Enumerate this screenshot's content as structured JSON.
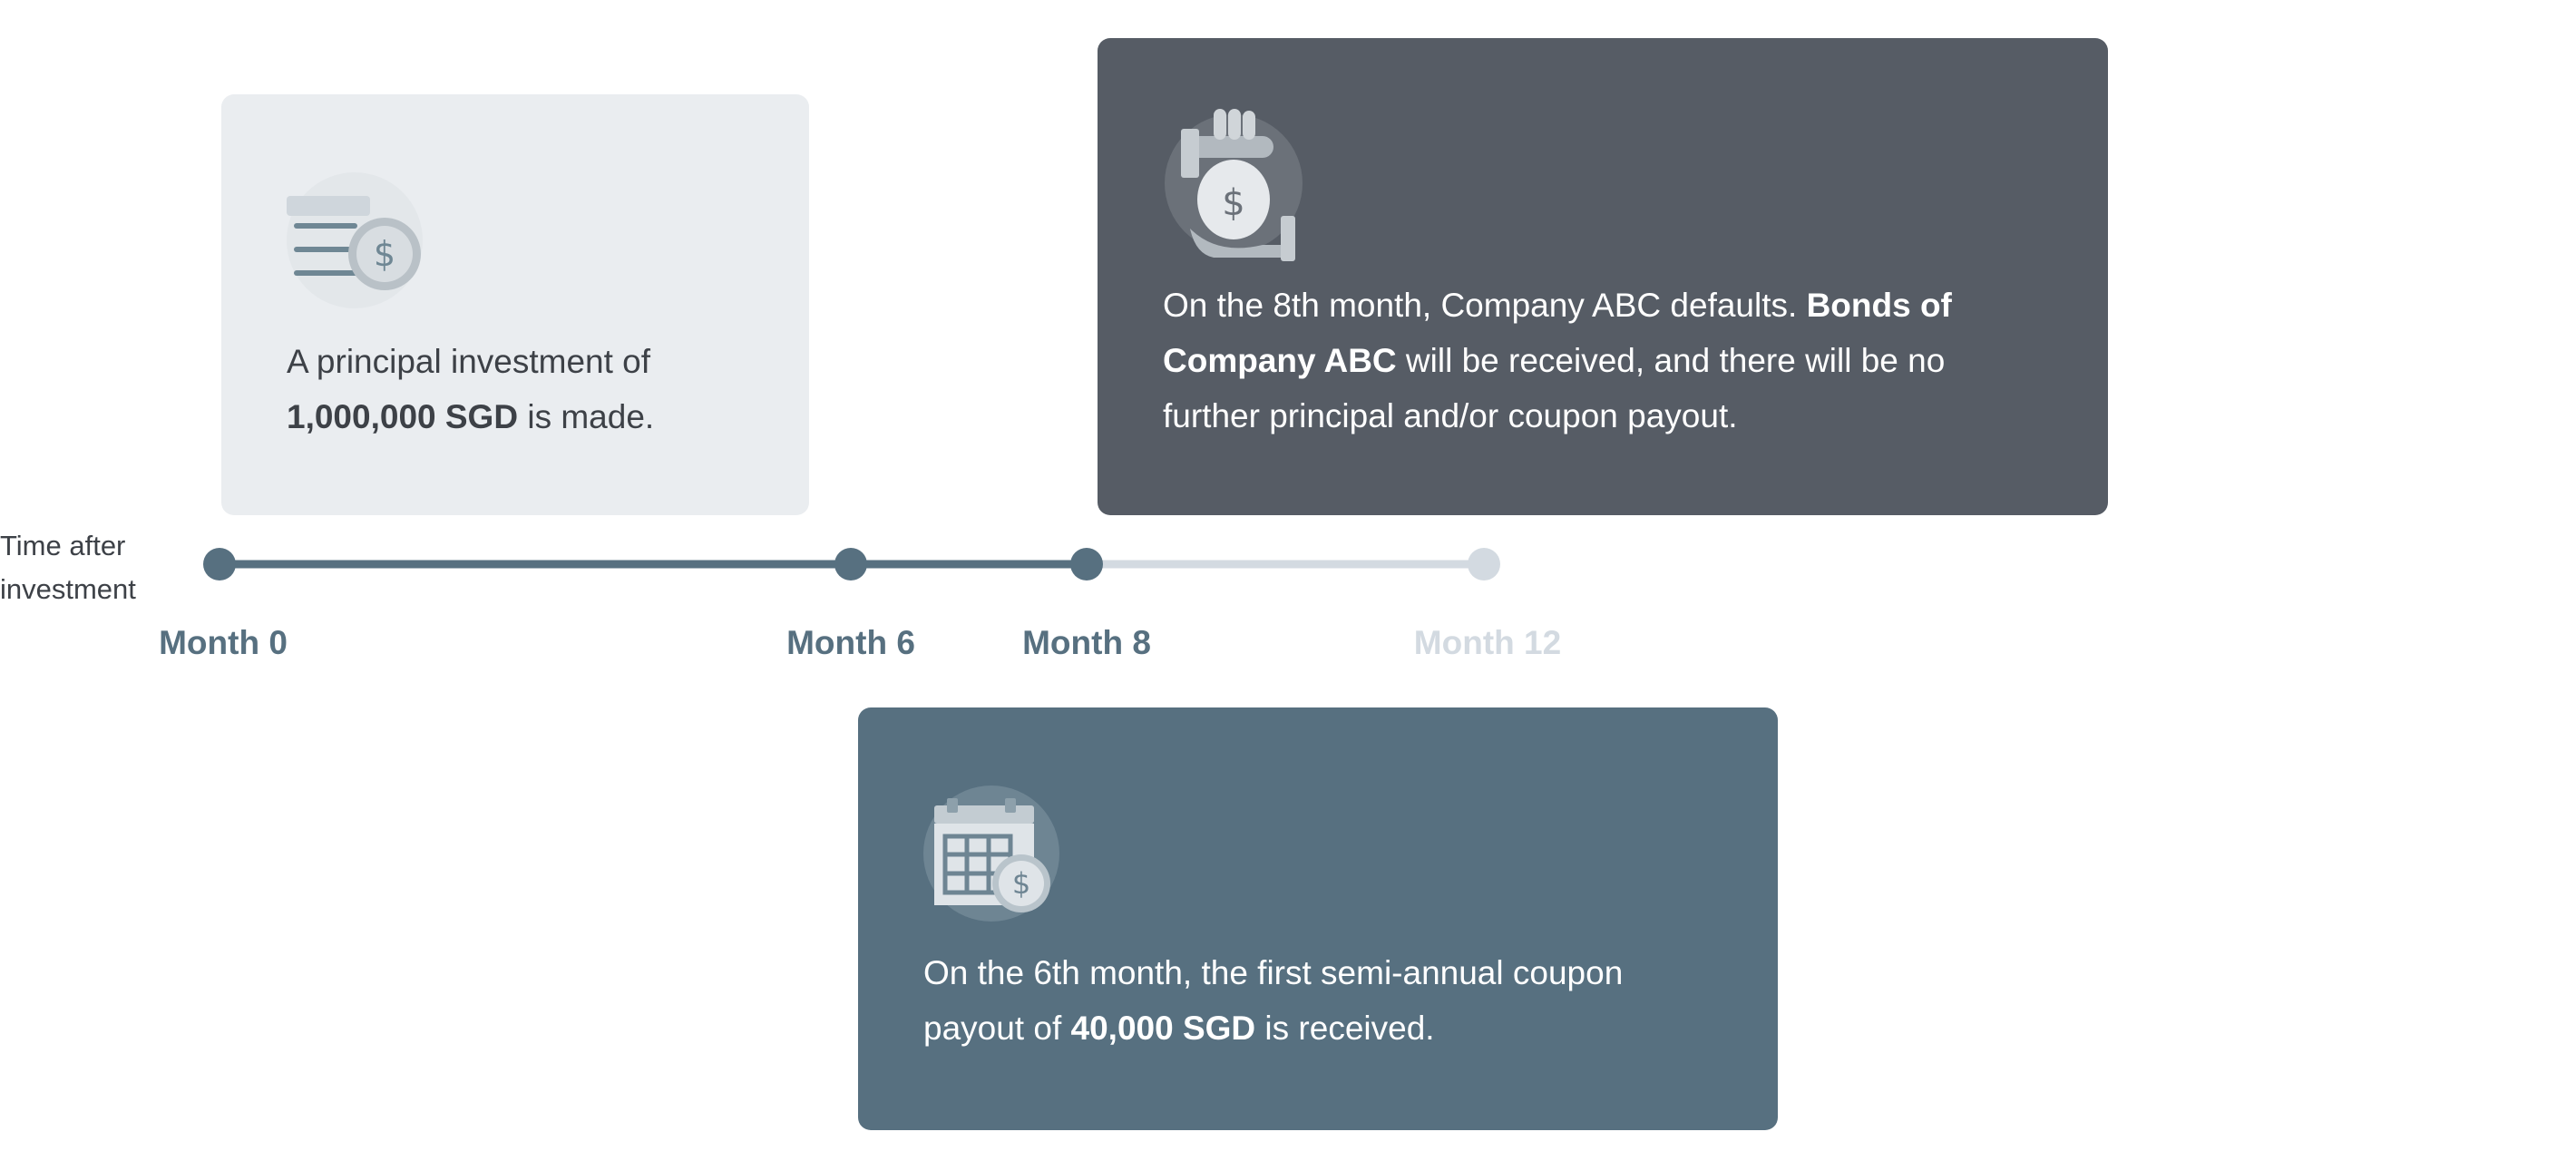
{
  "axis": {
    "title_line1": "Time after",
    "title_line2": "investment",
    "ticks": [
      {
        "label": "Month 0",
        "state": "past"
      },
      {
        "label": "Month 6",
        "state": "past"
      },
      {
        "label": "Month 8",
        "state": "past"
      },
      {
        "label": "Month 12",
        "state": "future"
      }
    ]
  },
  "cards": {
    "principal": {
      "icon": "coins-dollar-icon",
      "text_plain_1": "A principal investment of ",
      "text_bold_1": "1,000,000 SGD",
      "text_plain_2": " is made."
    },
    "default": {
      "icon": "hand-money-bag-icon",
      "text_plain_1": "On the 8th month, Company ABC defaults. ",
      "text_bold_1": "Bonds of Company ABC",
      "text_plain_2": " will be received, and there will be no further principal and/or coupon payout."
    },
    "coupon": {
      "icon": "calendar-dollar-icon",
      "text_plain_1": "On the 6th month, the first semi-annual coupon payout of ",
      "text_bold_1": "40,000 SGD",
      "text_plain_2": " is received."
    }
  },
  "colors": {
    "timeline_active": "#577080",
    "timeline_future": "#d3dae1",
    "card_light": "#eaedf0",
    "card_dark": "#565c65",
    "card_blue": "#577080"
  }
}
